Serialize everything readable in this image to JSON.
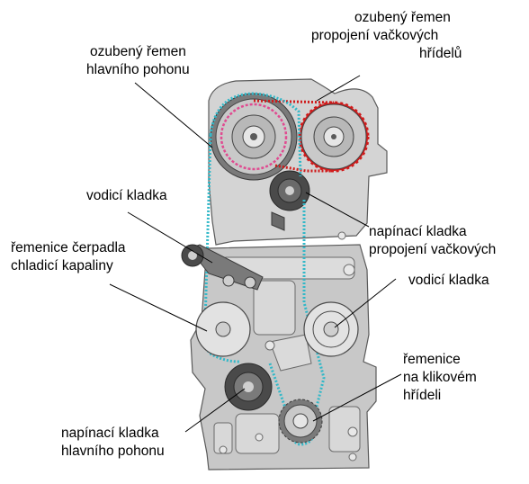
{
  "labels": {
    "main_belt": [
      "ozubený řemen",
      "hlavního pohonu"
    ],
    "cam_link_belt": [
      "ozubený řemen",
      "propojení vačkových",
      "hřídelů"
    ],
    "guide_pulley_upper": [
      "vodicí kladka"
    ],
    "tensioner_cam": [
      "napínací kladka",
      "propojení vačkových"
    ],
    "water_pump_pulley": [
      "řemenice čerpadla",
      "chladicí kapaliny"
    ],
    "guide_pulley_lower": [
      "vodicí kladka"
    ],
    "crankshaft_pulley": [
      "řemenice",
      "na klikovém",
      "hřídeli"
    ],
    "tensioner_main": [
      "napínací kladka",
      "hlavního pohonu"
    ]
  },
  "colors": {
    "block_fill": "#c8c8c8",
    "block_light": "#dcdcdc",
    "head_fill": "#d4d4d4",
    "outline": "#5a5a5a",
    "main_belt": "#31b8c8",
    "cam_belt": "#d01a1a",
    "cam_belt_inner": "#e04a90",
    "pulley_dark": "#4a4a4a",
    "pulley_light": "#e2e2e2",
    "leader": "#000000"
  }
}
